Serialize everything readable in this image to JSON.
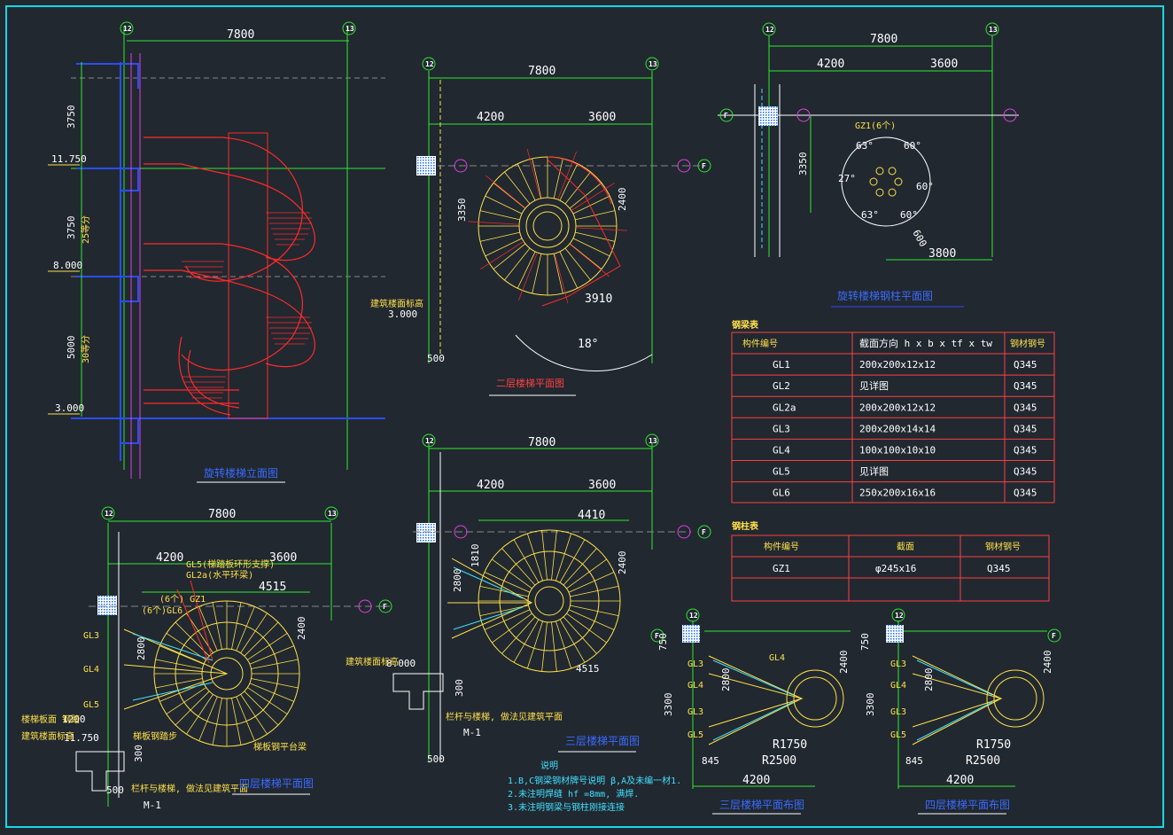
{
  "grid_axes": {
    "a12": "12",
    "a13": "13",
    "f": "F"
  },
  "dims": {
    "total": "7800",
    "left": "4200",
    "right": "3600",
    "d3350": "3350",
    "d2400": "2400",
    "d3910": "3910",
    "d500": "500",
    "ang18": "18°",
    "d3750a": "3750",
    "d3750b": "3750",
    "d5000": "5000",
    "d4515": "4515",
    "d4410": "4410",
    "d2800": "2800",
    "d1810": "1810",
    "d3800": "3800",
    "d3300": "3300",
    "d750": "750",
    "d845": "845",
    "r1750": "R1750",
    "r2500": "R2500",
    "d1200": "1200",
    "d300": "300"
  },
  "elevations": {
    "e11750": "11.750",
    "e8000": "8.000",
    "e3000": "3.000"
  },
  "labels": {
    "gz1_6": "GZ1(6个)",
    "gz1_6b": "(6个) GZ1",
    "gl6_6": "(6个)GL6",
    "gl5_note": "GL5(梯踏板环形支撑)",
    "gl2a_note": "GL2a(水平环梁)",
    "gl3": "GL3",
    "gl4": "GL4",
    "gl5": "GL5",
    "m1": "M-1",
    "sec_m1": "M-1",
    "ang63": "63°",
    "ang60": "60°",
    "ang27": "27°",
    "d600": "600"
  },
  "titles": {
    "elevation": "旋转楼梯立面图",
    "floor2": "二层楼梯平面图",
    "floor3": "三层楼梯平面图",
    "floor4": "四层楼梯平面图",
    "col_plan": "旋转楼梯钢柱平面图",
    "floor3_struct": "三层楼梯平面布图",
    "floor4_struct": "四层楼梯平面布图"
  },
  "beam_table": {
    "title": "钢梁表",
    "headers": [
      "构件编号",
      "截面方向 h x b x tf x tw",
      "钢材钢号"
    ],
    "rows": [
      [
        "GL1",
        "200x200x12x12",
        "Q345"
      ],
      [
        "GL2",
        "见详图",
        "Q345"
      ],
      [
        "GL2a",
        "200x200x12x12",
        "Q345"
      ],
      [
        "GL3",
        "200x200x14x14",
        "Q345"
      ],
      [
        "GL4",
        "100x100x10x10",
        "Q345"
      ],
      [
        "GL5",
        "见详图",
        "Q345"
      ],
      [
        "GL6",
        "250x200x16x16",
        "Q345"
      ]
    ]
  },
  "column_table": {
    "title": "钢柱表",
    "headers": [
      "构件编号",
      "截面",
      "钢材钢号"
    ],
    "row": [
      "GZ1",
      "φ245x16",
      "Q345"
    ]
  },
  "notes": {
    "title": "说明",
    "line1": "1.B,C钢梁钢材牌号说明 β,A及未编一材1.",
    "line2": "2.未注明焊缝 hf =8mm, 满焊.",
    "line3": "3.未注明钢梁与钢柱刚接连接"
  },
  "colors": {
    "bg": "#212830",
    "frame": "#15d8e8",
    "green": "#2ee82e",
    "yellow": "#ffe04a",
    "red": "#ff2a2a",
    "blue": "#2a4dff",
    "magenta": "#e040e0"
  }
}
